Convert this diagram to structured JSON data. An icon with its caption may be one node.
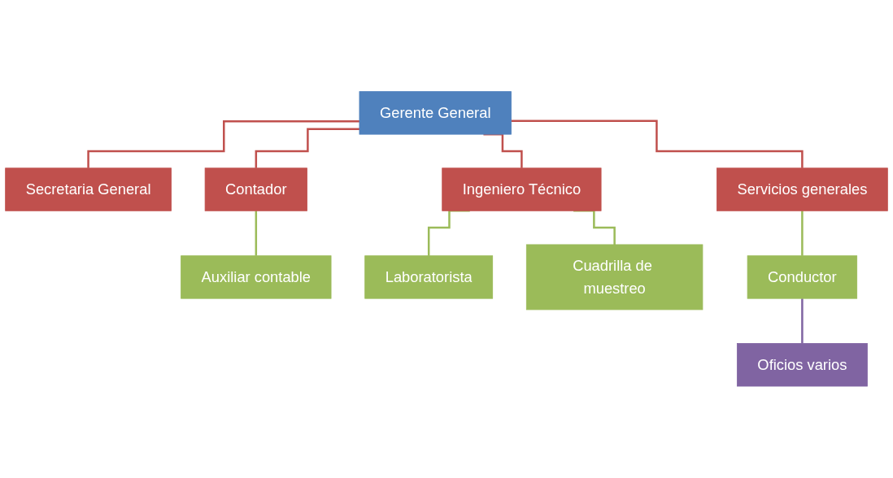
{
  "diagram": {
    "nodes": [
      {
        "text": [
          "Gerente General"
        ]
      },
      {
        "text": [
          "Secretaria General"
        ]
      },
      {
        "text": [
          "Contador"
        ]
      },
      {
        "text": [
          "Ingeniero Técnico"
        ]
      },
      {
        "text": [
          "Servicios generales"
        ]
      },
      {
        "text": [
          "Auxiliar contable"
        ]
      },
      {
        "text": [
          "Laboratorista"
        ]
      },
      {
        "text": [
          "Cuadrilla de muestreo"
        ]
      },
      {
        "text": [
          "Conductor"
        ]
      },
      {
        "text": [
          "Oficios varios"
        ]
      }
    ],
    "edges": [
      {
        "from": 0,
        "to": 1,
        "arrow": "none",
        "color": "#c0504d"
      },
      {
        "from": 0,
        "to": 2,
        "arrow": "none",
        "color": "#c0504d"
      },
      {
        "from": 0,
        "to": 3,
        "arrow": "none",
        "color": "#c0504d"
      },
      {
        "from": 0,
        "to": 4,
        "arrow": "none",
        "color": "#c0504d"
      },
      {
        "from": 2,
        "to": 5,
        "arrow": "none",
        "color": "#9bbb59"
      },
      {
        "from": 3,
        "to": 6,
        "arrow": "none",
        "color": "#9bbb59"
      },
      {
        "from": 3,
        "to": 7,
        "arrow": "none",
        "color": "#9bbb59"
      },
      {
        "from": 4,
        "to": 8,
        "arrow": "none",
        "color": "#9bbb59"
      },
      {
        "from": 8,
        "to": 9,
        "arrow": "none",
        "color": "#8064a2"
      }
    ]
  }
}
